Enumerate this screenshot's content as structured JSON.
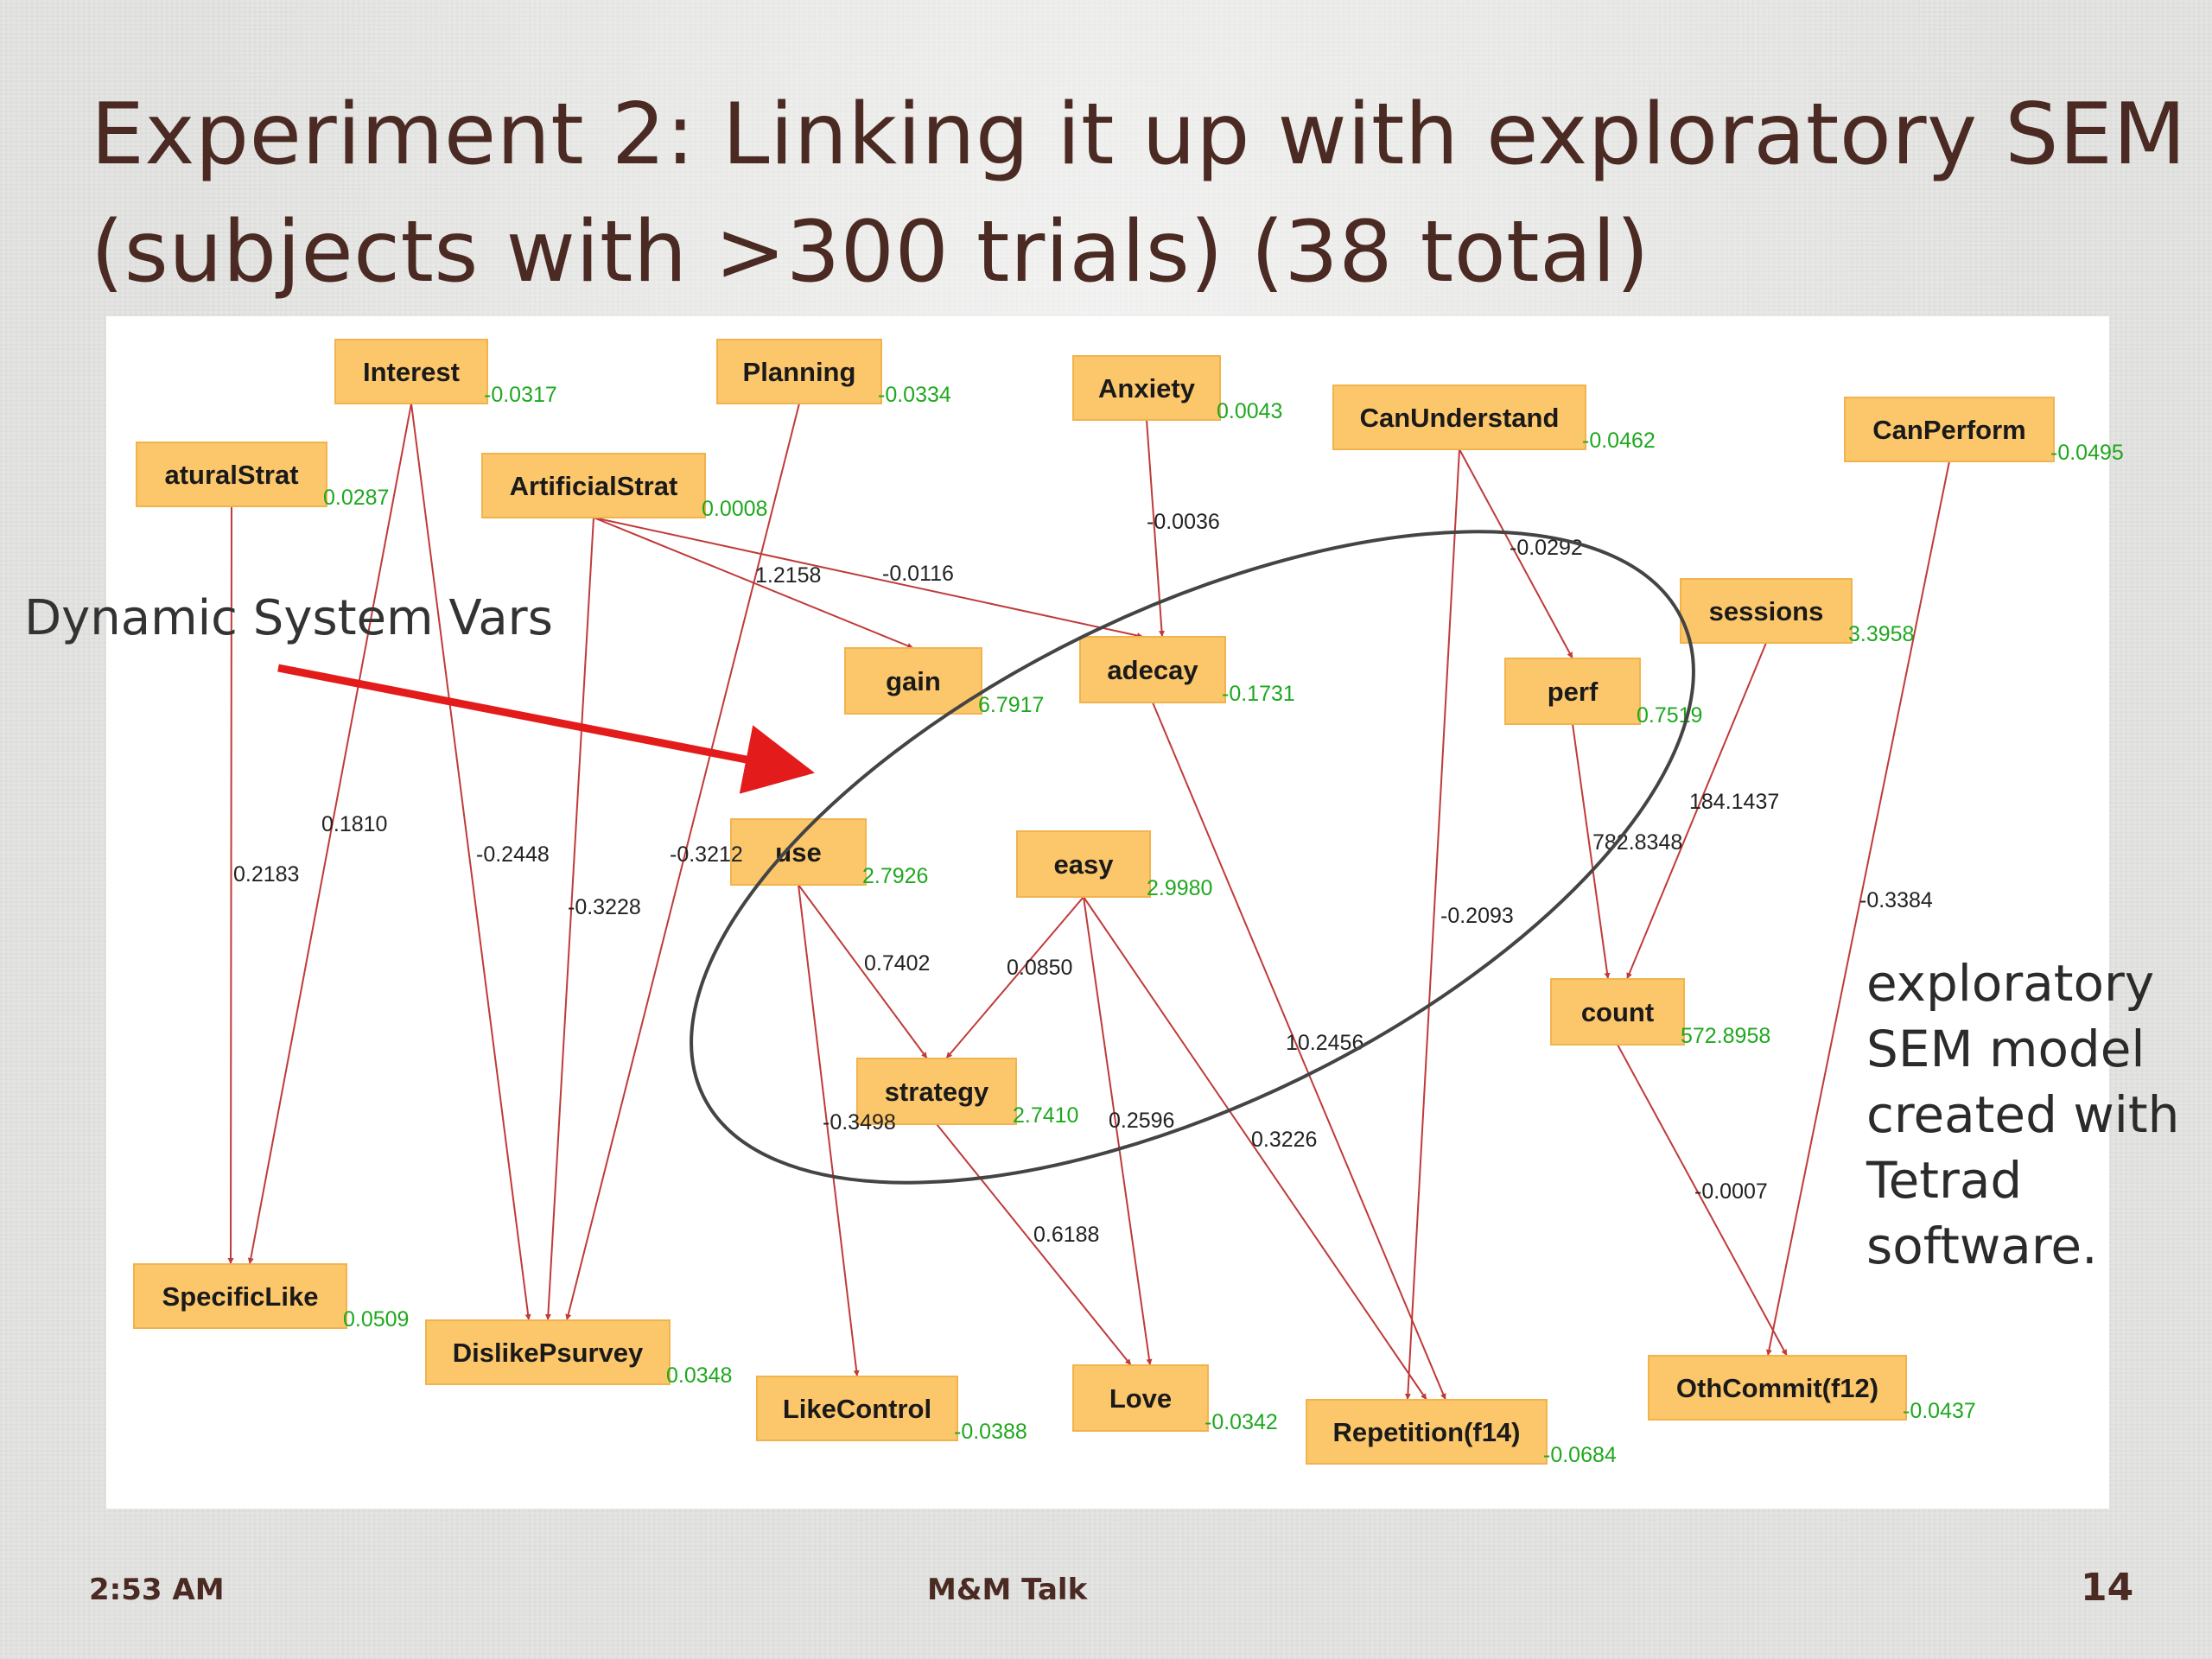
{
  "slide": {
    "title_line1": "Experiment 2: Linking it up with exploratory SEM",
    "title_line2": "(subjects with >300 trials) (38 total)",
    "annotation_left": "Dynamic System Vars",
    "annotation_right_lines": [
      "exploratory",
      "SEM model",
      "created with",
      "Tetrad",
      "software."
    ],
    "footer": {
      "time": "2:53 AM",
      "center": "M&M Talk",
      "page": "14"
    }
  },
  "colors": {
    "node_fill": "#fcc66a",
    "node_stroke": "#f1b34d",
    "edge": "#c03a3a",
    "variance_label": "#1fa81f",
    "coefficient_label": "#222222",
    "red_arrow": "#e31b1b",
    "ellipse": "#444444"
  },
  "nodes": [
    {
      "id": "Interest",
      "label": "Interest",
      "variance": "-0.0317"
    },
    {
      "id": "Planning",
      "label": "Planning",
      "variance": "-0.0334"
    },
    {
      "id": "Anxiety",
      "label": "Anxiety",
      "variance": "0.0043"
    },
    {
      "id": "CanUnderstand",
      "label": "CanUnderstand",
      "variance": "-0.0462"
    },
    {
      "id": "CanPerform",
      "label": "CanPerform",
      "variance": "-0.0495"
    },
    {
      "id": "NaturalStrat",
      "label": "aturalStrat",
      "variance": "0.0287"
    },
    {
      "id": "ArtificialStrat",
      "label": "ArtificialStrat",
      "variance": "0.0008"
    },
    {
      "id": "gain",
      "label": "gain",
      "variance": "6.7917"
    },
    {
      "id": "adecay",
      "label": "adecay",
      "variance": "-0.1731"
    },
    {
      "id": "perf",
      "label": "perf",
      "variance": "0.7519"
    },
    {
      "id": "sessions",
      "label": "sessions",
      "variance": "3.3958"
    },
    {
      "id": "use",
      "label": "use",
      "variance": "2.7926"
    },
    {
      "id": "easy",
      "label": "easy",
      "variance": "2.9980"
    },
    {
      "id": "strategy",
      "label": "strategy",
      "variance": "2.7410"
    },
    {
      "id": "count",
      "label": "count",
      "variance": "572.8958"
    },
    {
      "id": "SpecificLike",
      "label": "SpecificLike",
      "variance": "0.0509"
    },
    {
      "id": "DislikePsurvey",
      "label": "DislikePsurvey",
      "variance": "0.0348"
    },
    {
      "id": "LikeControl",
      "label": "LikeControl",
      "variance": "-0.0388"
    },
    {
      "id": "Love",
      "label": "Love",
      "variance": "-0.0342"
    },
    {
      "id": "Repetition",
      "label": "Repetition(f14)",
      "variance": "-0.0684"
    },
    {
      "id": "OthCommit",
      "label": "OthCommit(f12)",
      "variance": "-0.0437"
    }
  ],
  "edges": [
    {
      "from": "NaturalStrat",
      "to": "SpecificLike",
      "coef": "0.2183"
    },
    {
      "from": "Interest",
      "to": "SpecificLike",
      "coef": "0.1810"
    },
    {
      "from": "Interest",
      "to": "DislikePsurvey",
      "coef": "-0.2448"
    },
    {
      "from": "ArtificialStrat",
      "to": "DislikePsurvey",
      "coef": "-0.3228"
    },
    {
      "from": "Planning",
      "to": "DislikePsurvey",
      "coef": "-0.3212"
    },
    {
      "from": "ArtificialStrat",
      "to": "gain",
      "coef": "1.2158"
    },
    {
      "from": "ArtificialStrat",
      "to": "adecay",
      "coef": "-0.0116"
    },
    {
      "from": "Anxiety",
      "to": "adecay",
      "coef": "-0.0036"
    },
    {
      "from": "CanUnderstand",
      "to": "perf",
      "coef": "-0.0292"
    },
    {
      "from": "CanUnderstand",
      "to": "Repetition",
      "coef": "-0.2093"
    },
    {
      "from": "perf",
      "to": "count",
      "coef": "782.8348"
    },
    {
      "from": "sessions",
      "to": "count",
      "coef": "184.1437"
    },
    {
      "from": "CanPerform",
      "to": "OthCommit",
      "coef": "-0.3384"
    },
    {
      "from": "count",
      "to": "OthCommit",
      "coef": "-0.0007"
    },
    {
      "from": "use",
      "to": "strategy",
      "coef": "0.7402"
    },
    {
      "from": "easy",
      "to": "strategy",
      "coef": "0.0850"
    },
    {
      "from": "use",
      "to": "LikeControl",
      "coef": "-0.3498"
    },
    {
      "from": "strategy",
      "to": "Love",
      "coef": "0.6188"
    },
    {
      "from": "easy",
      "to": "Love",
      "coef": "0.2596"
    },
    {
      "from": "easy",
      "to": "Repetition",
      "coef": "0.3226"
    },
    {
      "from": "adecay",
      "to": "Repetition",
      "coef": "10.2456"
    }
  ]
}
